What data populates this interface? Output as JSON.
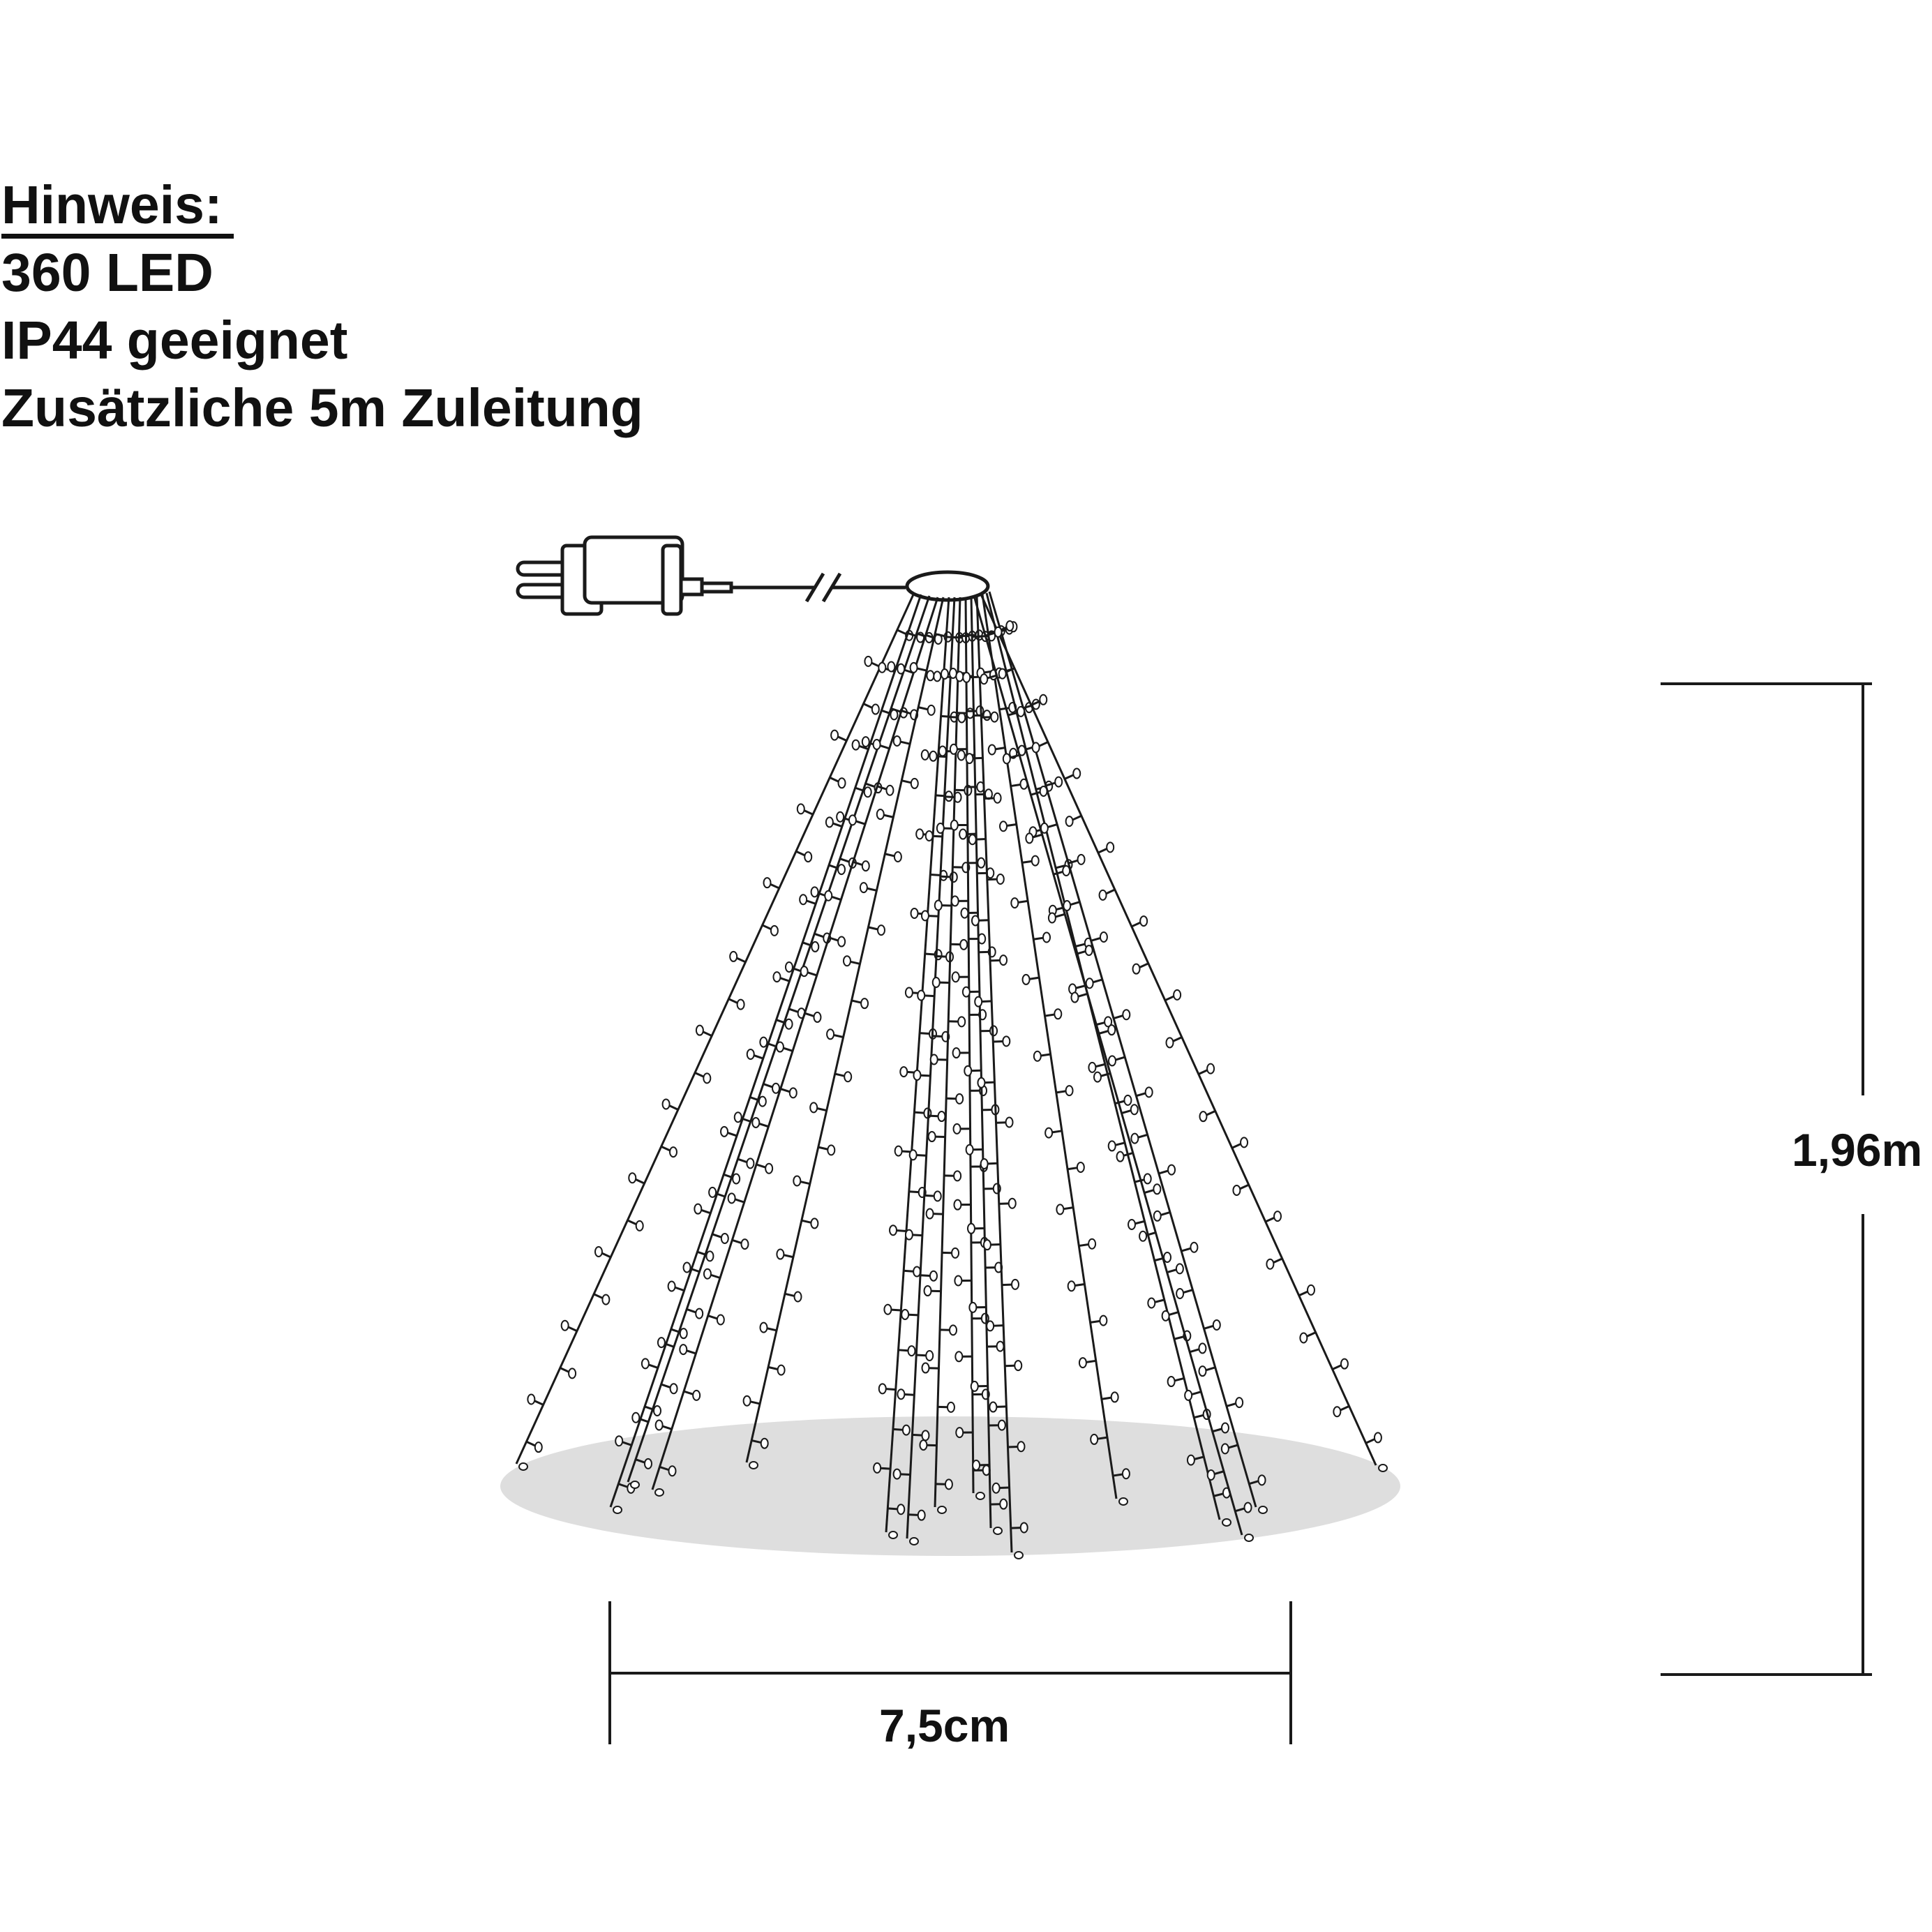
{
  "notes": {
    "heading": "Hinweis:",
    "lines": [
      "360 LED",
      "IP44 geeignet",
      "Zusätzliche 5m Zuleitung"
    ]
  },
  "dimensions": {
    "width_label": "7,5cm",
    "height_label": "1,96m"
  },
  "diagram": {
    "strand_count": 16,
    "led_total": 360
  },
  "colors": {
    "wire": "#1a1a1a",
    "ground_shadow": "#dedede",
    "led": "#ffffff",
    "text": "#111111"
  },
  "icons": {
    "plug": "power-plug-icon",
    "transformer": "transformer-icon",
    "ring": "top-ring-icon"
  }
}
